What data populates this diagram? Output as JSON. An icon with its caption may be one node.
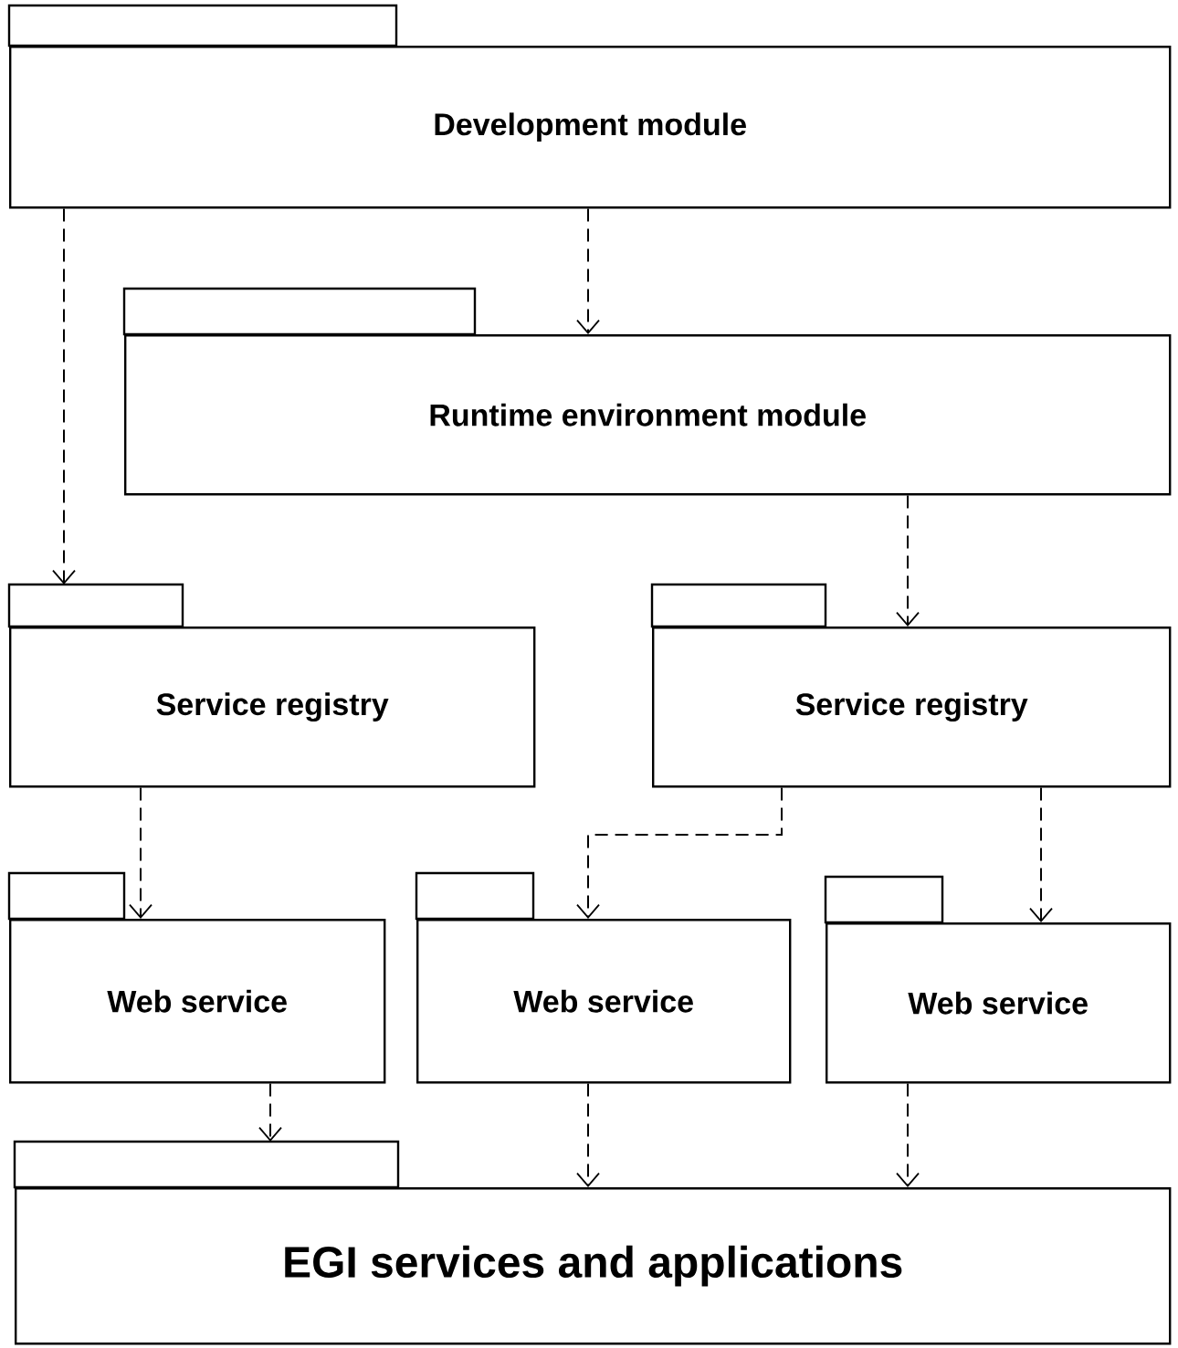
{
  "diagram": {
    "nodes": [
      {
        "text": [
          "Development module"
        ]
      },
      {
        "text": [
          "Runtime environment module"
        ]
      },
      {
        "text": [
          "Service registry"
        ]
      },
      {
        "text": [
          "Service registry"
        ]
      },
      {
        "text": [
          "Web service"
        ]
      },
      {
        "text": [
          "Web service"
        ]
      },
      {
        "text": [
          "Web service"
        ]
      },
      {
        "text": [
          "EGI services and applications"
        ]
      }
    ],
    "edges": [
      {
        "from": 0,
        "to": 2,
        "arrow": "to",
        "style": "dashed"
      },
      {
        "from": 0,
        "to": 1,
        "arrow": "to",
        "style": "dashed"
      },
      {
        "from": 1,
        "to": 3,
        "arrow": "to",
        "style": "dashed"
      },
      {
        "from": 2,
        "to": 4,
        "arrow": "to",
        "style": "dashed"
      },
      {
        "from": 3,
        "to": 5,
        "arrow": "to",
        "style": "dashed"
      },
      {
        "from": 3,
        "to": 6,
        "arrow": "to",
        "style": "dashed"
      },
      {
        "from": 4,
        "to": 7,
        "arrow": "to",
        "style": "dashed"
      },
      {
        "from": 5,
        "to": 7,
        "arrow": "to",
        "style": "dashed"
      },
      {
        "from": 6,
        "to": 7,
        "arrow": "to",
        "style": "dashed"
      }
    ]
  }
}
